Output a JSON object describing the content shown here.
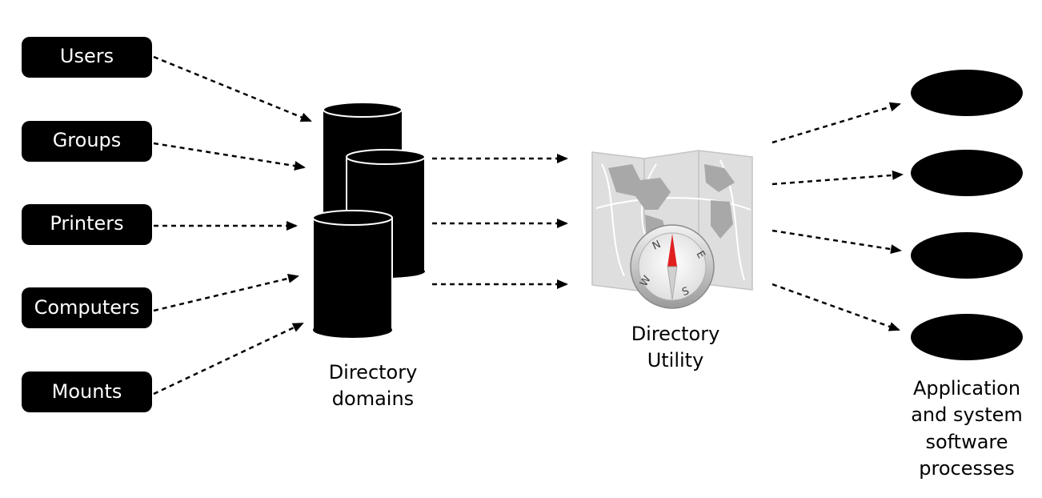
{
  "sources": [
    {
      "label": "Users"
    },
    {
      "label": "Groups"
    },
    {
      "label": "Printers"
    },
    {
      "label": "Computers"
    },
    {
      "label": "Mounts"
    }
  ],
  "domains": {
    "caption_line1": "Directory",
    "caption_line2": "domains"
  },
  "utility": {
    "caption_line1": "Directory",
    "caption_line2": "Utility",
    "icon": "directory-utility-map-compass-icon",
    "compass_letters": [
      "N",
      "E",
      "S",
      "W"
    ]
  },
  "processes": {
    "count": 4,
    "caption_line1": "Application",
    "caption_line2": "and system",
    "caption_line3": "software",
    "caption_line4": "processes"
  },
  "colors": {
    "node_fill": "#000000",
    "node_text": "#ffffff",
    "map_gray": "#d6d6d6",
    "compass_needle": "#e02020"
  }
}
